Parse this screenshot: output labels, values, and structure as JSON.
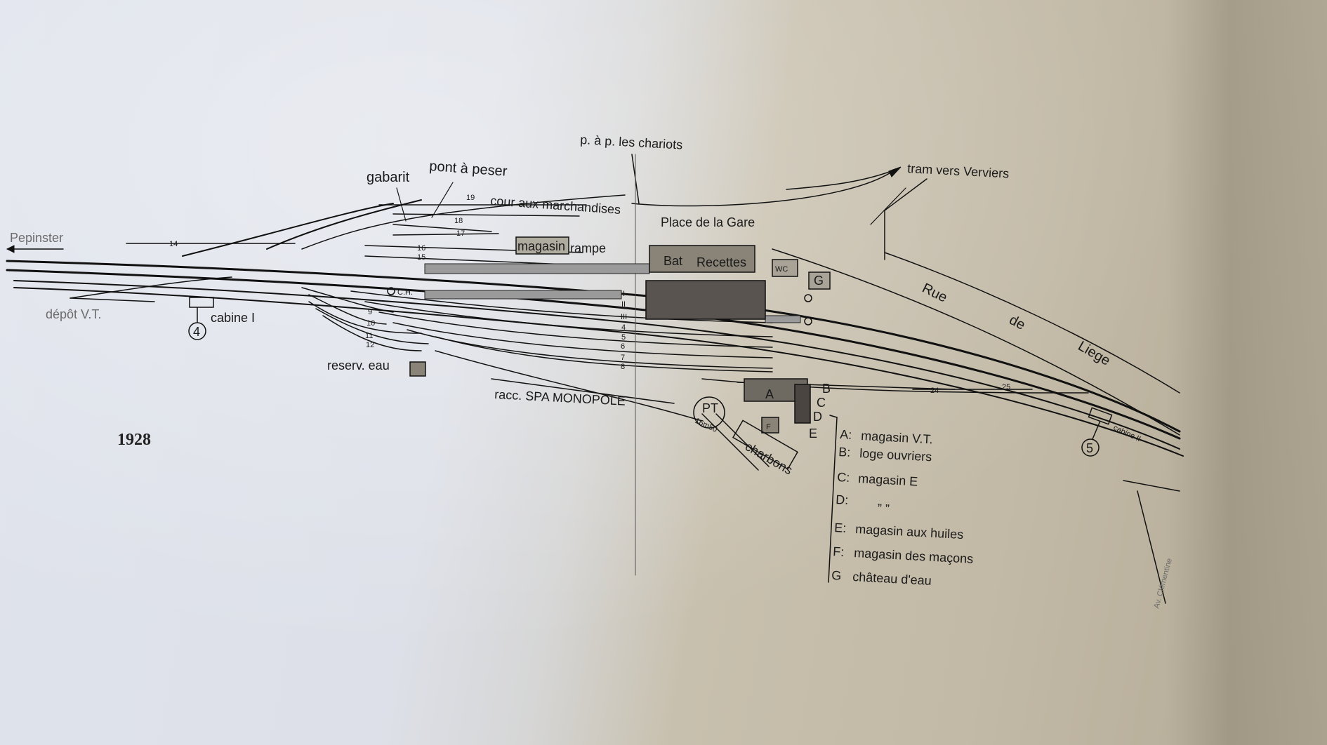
{
  "year": "1928",
  "labels": {
    "pepinster": "Pepinster",
    "depot_vt": "dépôt V.T.",
    "cabine_1": "cabine I",
    "cabine_1_num": "4",
    "gabarit": "gabarit",
    "pont_a_peser": "pont à peser",
    "pap_chariots": "p. à p. les chariots",
    "cour_marchandises": "cour aux marchandises",
    "magasin": "magasin",
    "rampe": "rampe",
    "place_gare": "Place de la Gare",
    "tram": "tram vers Verviers",
    "bat": "Bat",
    "recettes": "Recettes",
    "wc": "WC",
    "g_box": "G",
    "ch": "C.H.",
    "reserv_eau": "reserv. eau",
    "racc_spa": "racc. SPA MONOPOLE",
    "rue": "Rue",
    "de": "de",
    "liege": "Liege",
    "pt": "PT",
    "pt_size": "16m50",
    "charbons": "charbons",
    "a_box": "A",
    "f_box": "F",
    "cabine_2": "cabine II",
    "cabine_2_num": "5",
    "av_clementine": "Av. Clémentine",
    "b": "B",
    "c": "C",
    "d": "D",
    "e": "E"
  },
  "track_numbers": [
    "19",
    "18",
    "17",
    "16",
    "15",
    "14",
    "9",
    "10",
    "11",
    "12",
    "I",
    "II",
    "III",
    "4",
    "5",
    "6",
    "7",
    "8",
    "24",
    "25"
  ],
  "legend": [
    {
      "key": "A:",
      "text": "magasin V.T."
    },
    {
      "key": "B:",
      "text": "loge ouvriers"
    },
    {
      "key": "C:",
      "text": "magasin E"
    },
    {
      "key": "D:",
      "text": "„        „"
    },
    {
      "key": "E:",
      "text": "magasin aux huiles"
    },
    {
      "key": "F:",
      "text": "magasin des maçons"
    },
    {
      "key": "G",
      "text": "château d'eau"
    }
  ]
}
